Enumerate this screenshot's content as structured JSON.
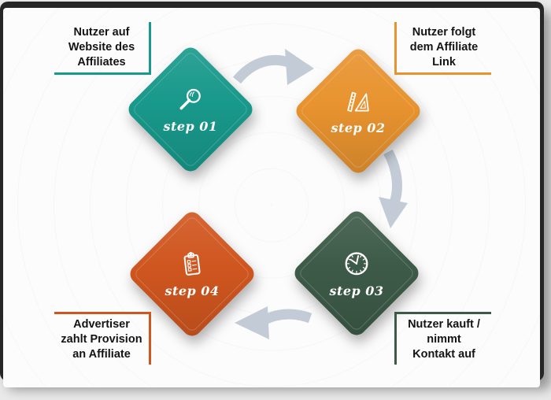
{
  "frame": {
    "border_color": "#262626",
    "canvas_color": "#fcfcfc",
    "outer_background": "#e9e9e9"
  },
  "steps": [
    {
      "label": "step 01",
      "icon": "magnifier-icon",
      "color": "#18998b",
      "caption": "Nutzer auf\nWebsite des\nAffiliates"
    },
    {
      "label": "step 02",
      "icon": "ruler-triangle-icon",
      "color": "#e8932f",
      "caption": "Nutzer folgt\ndem Affiliate\nLink"
    },
    {
      "label": "step 03",
      "icon": "clock-icon",
      "color": "#3d5a48",
      "caption": "Nutzer kauft /\nnimmt\nKontakt auf"
    },
    {
      "label": "step 04",
      "icon": "clipboard-icon",
      "color": "#d0561f",
      "caption": "Advertiser\nzahlt Provision\nan Affiliate"
    }
  ],
  "arrows": {
    "color": "#c3ccd6",
    "flow": [
      "step 01 → step 02",
      "step 02 → step 03",
      "step 03 → step 04"
    ]
  }
}
